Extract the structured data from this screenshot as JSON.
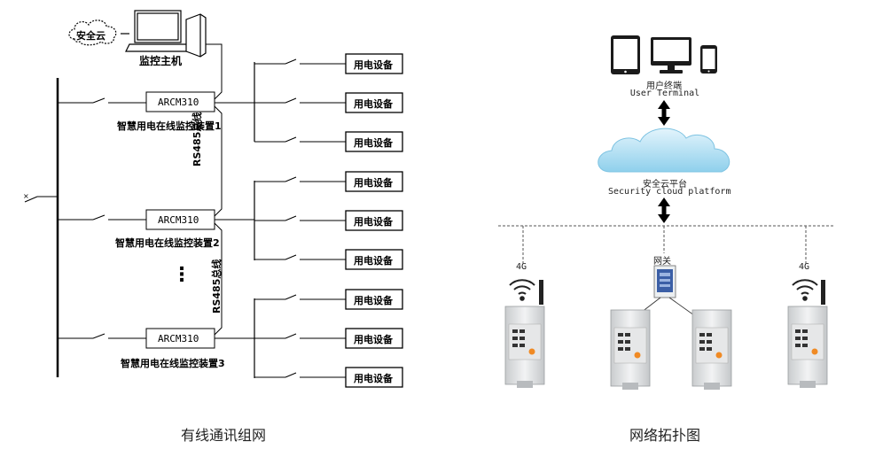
{
  "left": {
    "cloud_label": "安全云",
    "monitor_host": "监控主机",
    "devices": [
      {
        "model": "ARCM310",
        "name": "智慧用电在线监控装置1"
      },
      {
        "model": "ARCM310",
        "name": "智慧用电在线监控装置2"
      },
      {
        "model": "ARCM310",
        "name": "智慧用电在线监控装置3"
      }
    ],
    "load_label": "用电设备",
    "bus_label_1": "RS485总线",
    "bus_label_2": "RS485总线",
    "ellipsis": "⋮",
    "caption": "有线通讯组网"
  },
  "right": {
    "terminal_cn": "用户终端",
    "terminal_en": "User Terminal",
    "platform_cn": "安全云平台",
    "platform_en": "Security cloud platform",
    "gateway_label": "网关",
    "label_4g_left": "4G",
    "label_4g_right": "4G",
    "caption": "网络拓扑图"
  }
}
